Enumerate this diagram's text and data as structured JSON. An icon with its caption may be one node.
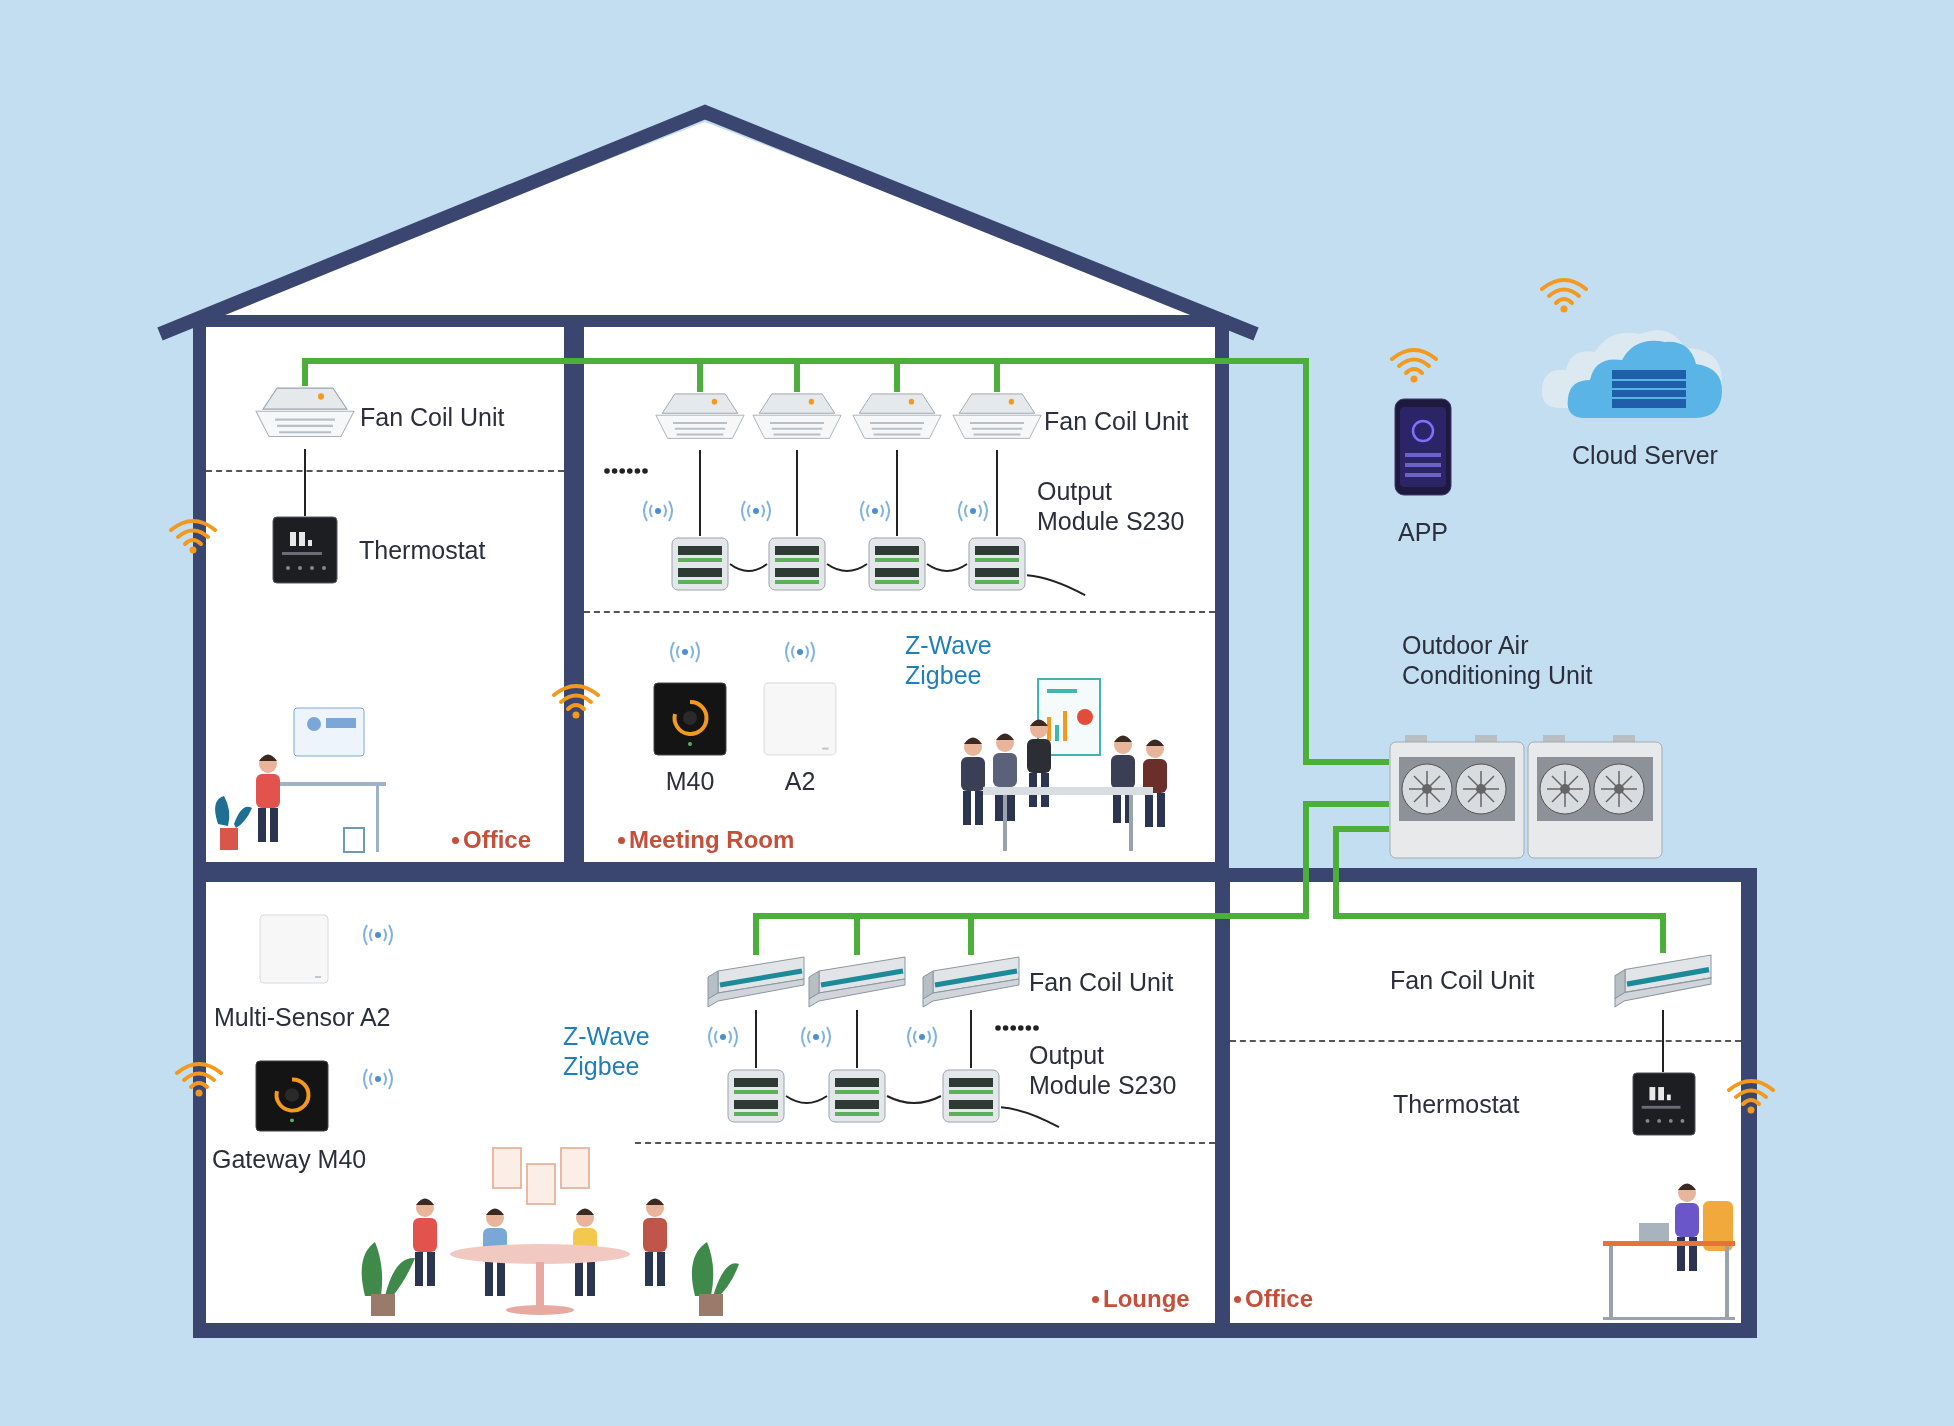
{
  "diagram": {
    "nodes": [
      {
        "text": [
          "Office"
        ]
      },
      {
        "text": [
          "Meeting Room"
        ]
      },
      {
        "text": [
          "Lounge"
        ]
      },
      {
        "text": [
          "Office"
        ]
      },
      {
        "text": [
          "Fan Coil Unit"
        ],
        "in": 0
      },
      {
        "text": [
          "Thermostat"
        ],
        "in": 0
      },
      {
        "text": [],
        "shape": "picture",
        "in": 1
      },
      {
        "text": [],
        "shape": "picture",
        "in": 1
      },
      {
        "text": [],
        "shape": "picture",
        "in": 1
      },
      {
        "text": [
          "Fan Coil Unit"
        ],
        "in": 1
      },
      {
        "text": [],
        "shape": "picture",
        "in": 1
      },
      {
        "text": [],
        "shape": "picture",
        "in": 1
      },
      {
        "text": [],
        "shape": "picture",
        "in": 1
      },
      {
        "text": [
          "Output Module S230"
        ],
        "in": 1
      },
      {
        "text": [
          "M40"
        ],
        "in": 1
      },
      {
        "text": [
          "A2"
        ],
        "in": 1
      },
      {
        "text": [
          "Multi-Sensor A2"
        ],
        "in": 2
      },
      {
        "text": [
          "Gateway M40"
        ],
        "in": 2
      },
      {
        "text": [],
        "shape": "picture",
        "in": 2
      },
      {
        "text": [],
        "shape": "picture",
        "in": 2
      },
      {
        "text": [
          "Fan Coil Unit"
        ],
        "in": 2
      },
      {
        "text": [],
        "shape": "picture",
        "in": 2
      },
      {
        "text": [],
        "shape": "picture",
        "in": 2
      },
      {
        "text": [
          "Output Module S230"
        ],
        "in": 2
      },
      {
        "text": [
          "Fan Coil Unit"
        ],
        "in": 3
      },
      {
        "text": [
          "Thermostat"
        ],
        "in": 3
      },
      {
        "text": [
          "APP"
        ]
      },
      {
        "text": [
          "Cloud Server"
        ]
      },
      {
        "text": [
          "Outdoor Air Conditioning Unit"
        ]
      }
    ],
    "edges": [
      {
        "from": 28,
        "to": 4,
        "arrow": "none",
        "style": "thick",
        "color": "#4caf3a"
      },
      {
        "from": 28,
        "to": 6,
        "arrow": "none",
        "style": "thick",
        "color": "#4caf3a"
      },
      {
        "from": 28,
        "to": 7,
        "arrow": "none",
        "style": "thick",
        "color": "#4caf3a"
      },
      {
        "from": 28,
        "to": 8,
        "arrow": "none",
        "style": "thick",
        "color": "#4caf3a"
      },
      {
        "from": 28,
        "to": 9,
        "arrow": "none",
        "style": "thick",
        "color": "#4caf3a"
      },
      {
        "from": 28,
        "to": 18,
        "arrow": "none",
        "style": "thick",
        "color": "#4caf3a"
      },
      {
        "from": 28,
        "to": 19,
        "arrow": "none",
        "style": "thick",
        "color": "#4caf3a"
      },
      {
        "from": 28,
        "to": 20,
        "arrow": "none",
        "style": "thick",
        "color": "#4caf3a"
      },
      {
        "from": 28,
        "to": 24,
        "arrow": "none",
        "style": "thick",
        "color": "#4caf3a"
      },
      {
        "from": 4,
        "to": 5,
        "arrow": "none"
      },
      {
        "from": 6,
        "to": 10,
        "arrow": "none"
      },
      {
        "from": 7,
        "to": 11,
        "arrow": "none"
      },
      {
        "from": 8,
        "to": 12,
        "arrow": "none"
      },
      {
        "from": 9,
        "to": 13,
        "arrow": "none"
      },
      {
        "from": 10,
        "to": 11,
        "arrow": "none"
      },
      {
        "from": 11,
        "to": 12,
        "arrow": "none"
      },
      {
        "from": 12,
        "to": 13,
        "arrow": "none"
      },
      {
        "from": 13,
        "to": null,
        "arrow": "none"
      },
      {
        "from": 18,
        "to": 21,
        "arrow": "none"
      },
      {
        "from": 19,
        "to": 22,
        "arrow": "none"
      },
      {
        "from": 20,
        "to": 23,
        "arrow": "none"
      },
      {
        "from": 21,
        "to": 22,
        "arrow": "none"
      },
      {
        "from": 22,
        "to": 23,
        "arrow": "none"
      },
      {
        "from": 23,
        "to": null,
        "arrow": "none"
      },
      {
        "from": 24,
        "to": 25,
        "arrow": "none"
      }
    ],
    "labels": [
      "Z-Wave Zigbee",
      "Z-Wave Zigbee"
    ]
  }
}
